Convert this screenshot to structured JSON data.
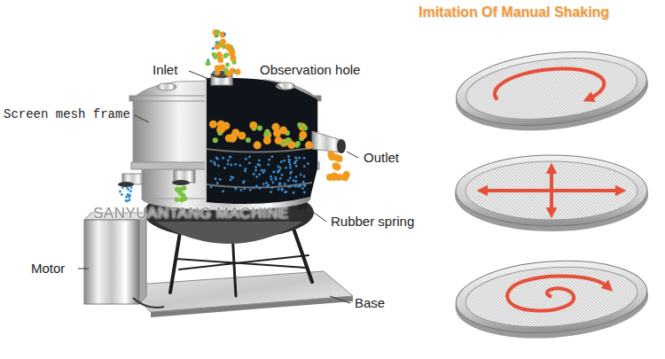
{
  "diagram": {
    "title": "Imitation Of Manual Shaking",
    "labels": [
      "Inlet",
      "Observation hole",
      "Screen mesh frame",
      "Outlet",
      "SANYUANTANG MACHINE",
      "Rubber spring",
      "Motor",
      "Base"
    ]
  }
}
